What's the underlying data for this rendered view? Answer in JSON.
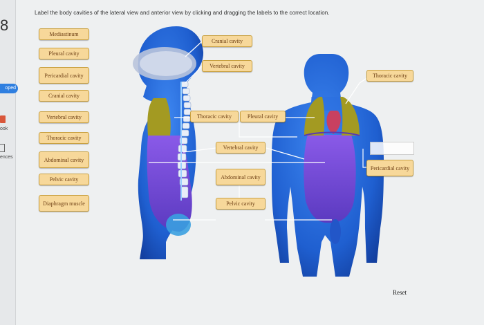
{
  "question_number": "8",
  "instruction": "Label the body cavities of the lateral view and anterior view by clicking and dragging the labels to the correct location.",
  "sidebar": {
    "badge": "oped",
    "text_ook": "ook",
    "text_ences": "ences"
  },
  "label_bank": [
    "Mediastinum",
    "Pleural cavity",
    "Pericardial cavity",
    "Cranial cavity",
    "Vertebral cavity",
    "Thoracic cavity",
    "Abdominal cavity",
    "Pelvic cavity",
    "Diaphragm muscle"
  ],
  "placed_labels": {
    "cranial": "Cranial cavity",
    "vertebral_top": "Vertebral cavity",
    "thoracic_right": "Thoracic cavity",
    "thoracic_mid": "Thoracic cavity",
    "pleural_mid": "Pleural cavity",
    "vertebral_mid": "Vertebral cavity",
    "abdominal": "Abdominal cavity",
    "pericardial_right": "Pericardial cavity",
    "pelvic": "Pelvic cavity"
  },
  "reset_label": "Reset",
  "colors": {
    "label_fill": "#f7d89a",
    "label_border": "#c8a040",
    "label_text": "#6b3c12",
    "body_blue": "#1f5fd0",
    "cavity_purple": "#7a4fd8",
    "lung_olive": "#a39a22",
    "heart_red": "#c84060"
  }
}
